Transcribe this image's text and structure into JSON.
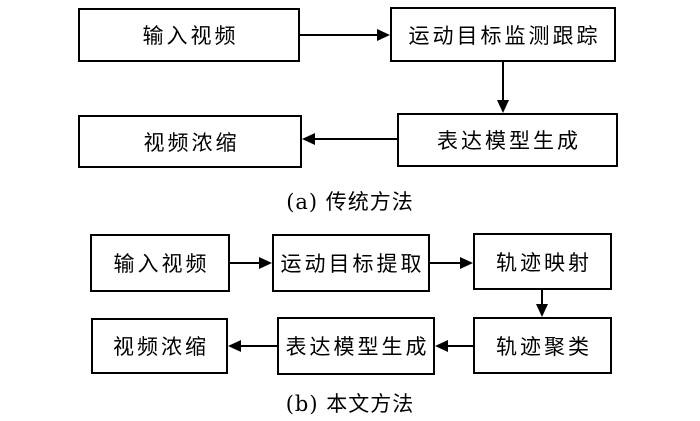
{
  "figure": {
    "colors": {
      "background": "#ffffff",
      "line": "#000000",
      "text": "#000000"
    },
    "section_a": {
      "caption": "(a) 传统方法",
      "boxes": {
        "input_video": "输入视频",
        "detection_tracking": "运动目标监测跟踪",
        "model_generation": "表达模型生成",
        "video_condensation": "视频浓缩"
      }
    },
    "section_b": {
      "caption": "(b) 本文方法",
      "boxes": {
        "input_video": "输入视频",
        "target_extraction": "运动目标提取",
        "trajectory_mapping": "轨迹映射",
        "trajectory_clustering": "轨迹聚类",
        "model_generation": "表达模型生成",
        "video_condensation": "视频浓缩"
      }
    }
  }
}
